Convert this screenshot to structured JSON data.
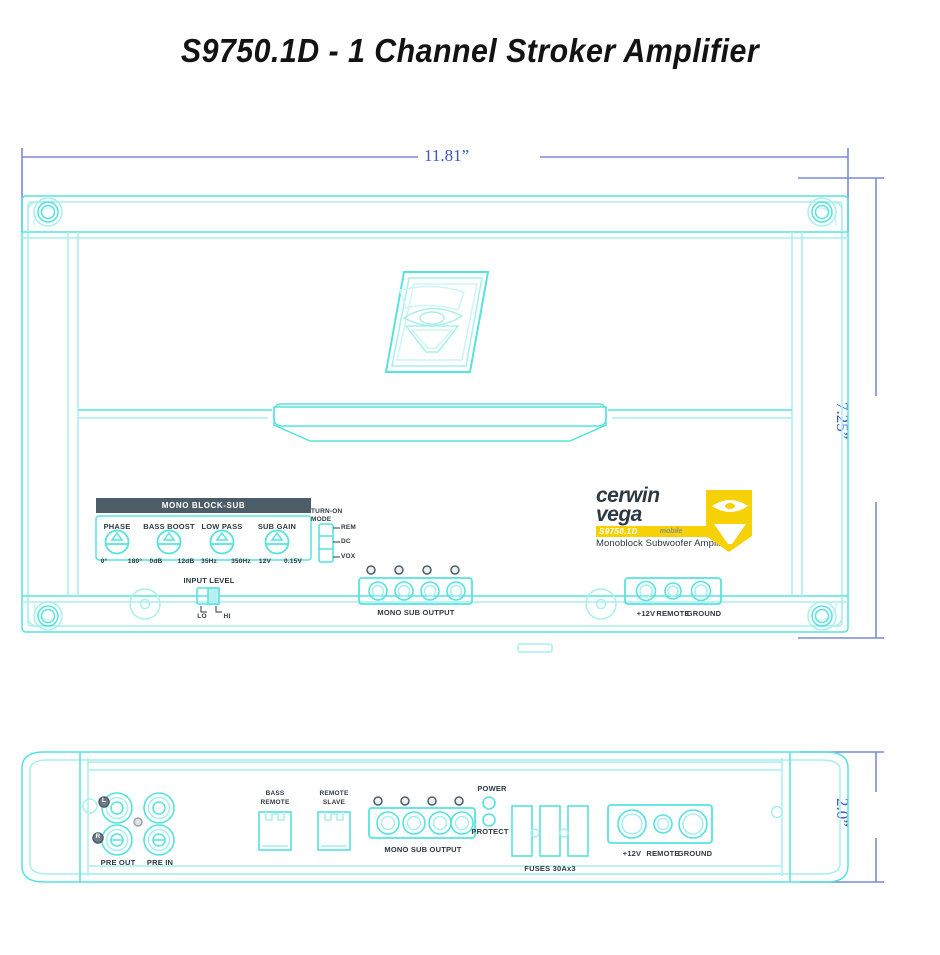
{
  "page": {
    "title": "S9750.1D - 1 Channel Stroker Amplifier",
    "background_color": "#ffffff",
    "line_color": "#56e3e0",
    "line_color_light": "#a9efed",
    "dimension_color": "#3c57c8",
    "label_color": "#2d3a44",
    "accent_color": "#f5d106",
    "header_bar_color": "#4d5d68"
  },
  "dimensions": {
    "width_label": "11.81”",
    "height_label": "7.25”",
    "depth_label": "2.0”"
  },
  "top_view": {
    "control_panel": {
      "header": "MONO BLOCK-SUB",
      "knobs": [
        {
          "name": "PHASE",
          "min": "0°",
          "max": "180°"
        },
        {
          "name": "BASS BOOST",
          "min": "0dB",
          "max": "12dB"
        },
        {
          "name": "LOW PASS",
          "min": "35Hz",
          "max": "350Hz"
        },
        {
          "name": "SUB GAIN",
          "min": "12V",
          "max": "0.15V"
        }
      ],
      "turn_on_mode": {
        "label_line1": "TURN-ON",
        "label_line2": "MODE",
        "options": [
          "REM",
          "DC",
          "VOX"
        ]
      },
      "input_level": {
        "label": "INPUT  LEVEL",
        "options": [
          "LO",
          "HI"
        ]
      }
    },
    "speaker_output": {
      "label": "MONO SUB OUTPUT",
      "terminal_count": 4
    },
    "power_terminals": {
      "labels": [
        "+12V",
        "REMOTE",
        "GROUND"
      ]
    },
    "brand": {
      "line1": "cerwin",
      "line2": "vega",
      "model": "S9750.1D",
      "mobile": "mobile",
      "subtitle": "Monoblock Subwoofer Amplifier"
    }
  },
  "bottom_view": {
    "rca": {
      "pre_out_label": "PRE OUT",
      "pre_in_label": "PRE IN",
      "channel_marks": [
        "L",
        "R"
      ]
    },
    "bass_remote": {
      "line1": "BASS",
      "line2": "REMOTE"
    },
    "remote_slave": {
      "line1": "REMOTE",
      "line2": "SLAVE"
    },
    "speaker_output": {
      "label": "MONO SUB OUTPUT",
      "terminal_count": 4
    },
    "leds": {
      "power_label": "POWER",
      "protect_label": "PROTECT"
    },
    "fuses": {
      "label": "FUSES  30Ax3",
      "count": 3
    },
    "power_terminals": {
      "labels": [
        "+12V",
        "REMOTE",
        "GROUND"
      ]
    }
  }
}
